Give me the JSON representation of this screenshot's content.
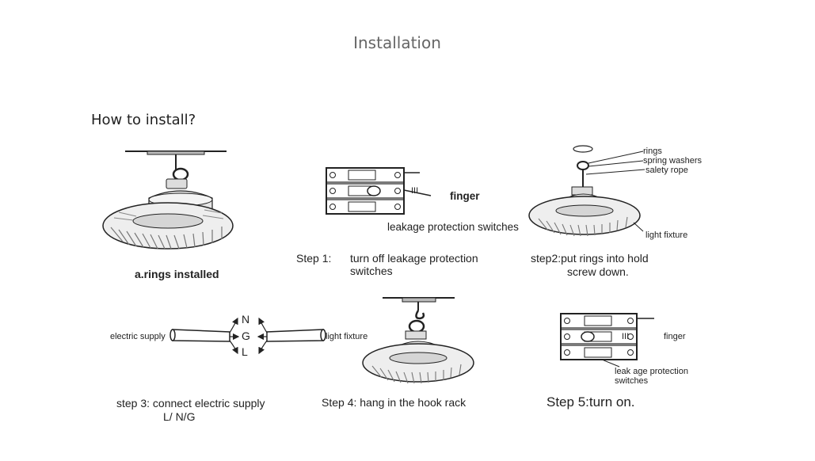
{
  "title": "Installation",
  "subtitle": "How to install?",
  "panel_a": {
    "caption": "a.rings installed"
  },
  "step1": {
    "prefix": "Step 1:",
    "line1": "turn off leakage protection",
    "line2": "switches",
    "finger_label": "finger",
    "switch_label": "leakage protection switches"
  },
  "step2": {
    "line1": "step2:put rings into hold",
    "line2": "screw down.",
    "label_rings": "rings",
    "label_washers": "spring washers",
    "label_rope": "salety rope",
    "label_fixture": "light fixture"
  },
  "step3": {
    "line1": "step 3:  connect electric supply",
    "line2": "L/ N/G",
    "supply_label": "electric supply",
    "fixture_label": "light fixture",
    "wires": [
      "N",
      "G",
      "L"
    ]
  },
  "step4": {
    "caption": "Step 4: hang in the hook rack"
  },
  "step5": {
    "caption": "Step 5:turn on.",
    "finger_label": "finger",
    "switch_label_1": "leak age protection",
    "switch_label_2": "switches"
  }
}
